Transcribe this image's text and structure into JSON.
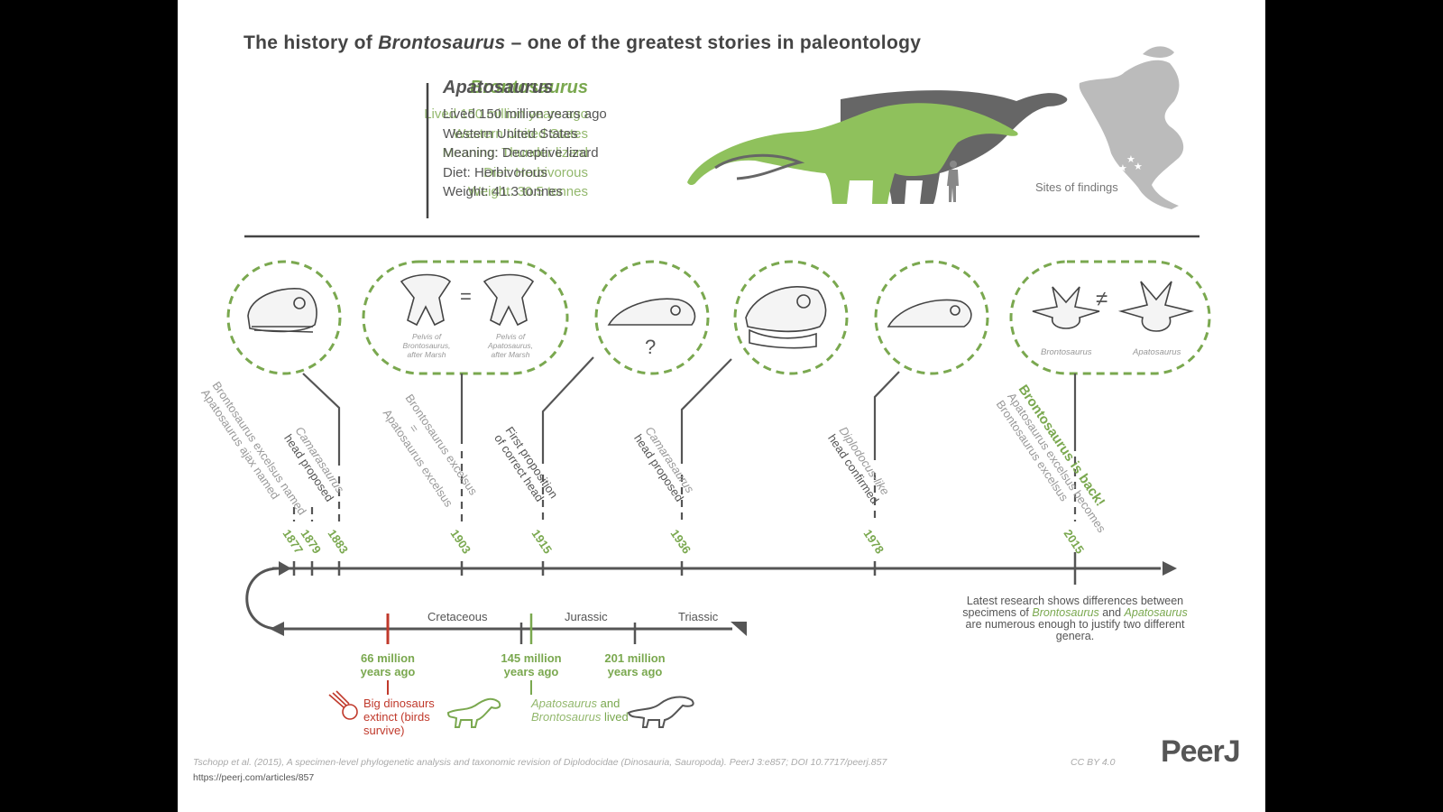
{
  "title": {
    "prefix": "The history of ",
    "name": "Brontosaurus",
    "suffix": " – one of the greatest stories in paleontology"
  },
  "brontosaurus": {
    "name": "Brontosaurus",
    "facts": [
      "Lived 150 million years ago",
      "Western United States",
      "Meaning: Thunder lizard",
      "Diet: Herbivorous",
      "Weight: 30.5 tonnes"
    ]
  },
  "apatosaurus": {
    "name": "Apatosaurus",
    "facts": [
      "Lived 150 million years ago",
      "Western United States",
      "Meaning: Deceptive lizard",
      "Diet: Herbivorous",
      "Weight: 41.3 tonnes"
    ]
  },
  "map_label": "Sites of findings",
  "pelvis_labels": {
    "left": [
      "Pelvis of",
      "Brontosaurus,",
      "after Marsh"
    ],
    "right": [
      "Pelvis of",
      "Apatosaurus,",
      "after Marsh"
    ],
    "equals": "="
  },
  "question_mark": "?",
  "vertebra_labels": {
    "left": "Brontosaurus",
    "right": "Apatosaurus",
    "not_equal": "≠"
  },
  "events": [
    {
      "lines": [
        "Brontosaurus excelsus named",
        "Apatosaurus ajax named"
      ],
      "colors": [
        "#999",
        "#999"
      ]
    },
    {
      "lines": [
        "Camarasaurus",
        "head proposed"
      ],
      "colors": [
        "#999",
        "#555"
      ]
    },
    {
      "lines": [
        "Brontosaurus excelsus",
        "=",
        "Apatosaurus excelsus"
      ],
      "colors": [
        "#999",
        "#999",
        "#999"
      ]
    },
    {
      "lines": [
        "First proposition",
        "of correct head"
      ],
      "colors": [
        "#555",
        "#555"
      ]
    },
    {
      "lines": [
        "Camarasaurus",
        "head proposed"
      ],
      "colors": [
        "#999",
        "#555"
      ]
    },
    {
      "lines": [
        "Diplodocus-like",
        "head confirmed"
      ],
      "colors": [
        "#999",
        "#555"
      ]
    },
    {
      "lines": [
        "Brontosaurus is back!",
        "Apatosaurus excelsus becomes",
        "Brontosaurus excelsus"
      ],
      "colors": [
        "#7aa84f",
        "#999",
        "#999"
      ]
    }
  ],
  "years": [
    "1877",
    "1879",
    "1883",
    "1903",
    "1915",
    "1936",
    "1978",
    "2015"
  ],
  "eras": [
    "Cretaceous",
    "Jurassic",
    "Triassic"
  ],
  "mya": [
    {
      "value": "66 million",
      "unit": "years ago"
    },
    {
      "value": "145 million",
      "unit": "years ago"
    },
    {
      "value": "201 million",
      "unit": "years ago"
    }
  ],
  "extinction_note": [
    "Big dinosaurs",
    "extinct (birds",
    "survive)"
  ],
  "lived_note": {
    "a": "Apatosaurus",
    "and": " and",
    "b": "Brontosaurus",
    "lived": " lived"
  },
  "research_note": {
    "p1": "Latest research shows differences between specimens of ",
    "b": "Brontosaurus",
    "p2": " and ",
    "a": "Apatosaurus",
    "p3": " are numerous enough to justify two different genera."
  },
  "citation": "Tschopp et al. (2015), A specimen-level phylogenetic analysis and taxonomic revision of Diplodocidae (Dinosauria, Sauropoda). PeerJ 3:e857; DOI 10.7717/peerj.857",
  "license": "CC BY 4.0",
  "url": "https://peerj.com/articles/857",
  "logo": "PeerJ",
  "colors": {
    "green": "#7aa84f",
    "gray": "#555555",
    "light_gray": "#999999",
    "red": "#c0392b"
  }
}
